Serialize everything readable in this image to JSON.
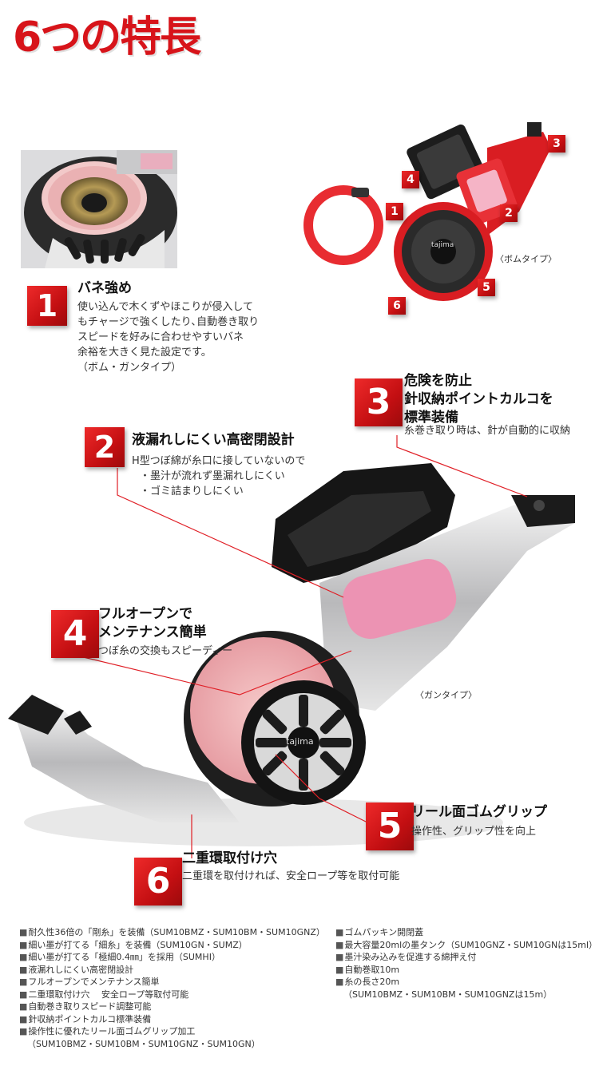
{
  "title": "6つの特長",
  "top_image": {
    "badges": [
      "1",
      "2",
      "3",
      "4",
      "5",
      "6"
    ],
    "caption": "〈ボムタイプ〉",
    "brand": "tajima"
  },
  "main_image": {
    "caption": "〈ガンタイプ〉",
    "brand": "tajima"
  },
  "features": [
    {
      "number": "1",
      "title": "バネ強め",
      "desc": [
        "使い込んで木くずやほこりが侵入して",
        "もチャージで強くしたり､自動巻き取り",
        "スピードを好みに合わせやすいバネ",
        "余裕を大きく見た設定です。",
        "（ボム・ガンタイプ）"
      ]
    },
    {
      "number": "2",
      "title": "液漏れしにくい高密閉設計",
      "desc": [
        "H型つぼ綿が糸口に接していないので",
        "・墨汁が流れず墨漏れしにくい",
        "・ゴミ詰まりしにくい"
      ]
    },
    {
      "number": "3",
      "title_lines": [
        "危険を防止",
        "針収納ポイントカルコを",
        "標準装備"
      ],
      "desc": [
        "糸巻き取り時は、針が自動的に収納"
      ]
    },
    {
      "number": "4",
      "title_lines": [
        "フルオープンで",
        "メンテナンス簡単"
      ],
      "desc": [
        "つぼ糸の交換もスピーディー"
      ]
    },
    {
      "number": "5",
      "title": "リール面ゴムグリップ",
      "desc": [
        "操作性、グリップ性を向上"
      ]
    },
    {
      "number": "6",
      "title": "二重環取付け穴",
      "desc": [
        "二重環を取付ければ、安全ロープ等を取付可能"
      ]
    }
  ],
  "specs_left": [
    "耐久性36倍の「剛糸」を装備（SUM10BMZ・SUM10BM・SUM10GNZ）",
    "細い墨が打てる「細糸」を装備（SUM10GN・SUMZ）",
    "細い墨が打てる「極細0.4㎜」を採用（SUMHI）",
    "液漏れしにくい高密閉設計",
    "フルオープンでメンテナンス簡単",
    "二重環取付け穴　 安全ロープ等取付可能",
    "自動巻き取りスピード調整可能",
    "針収納ポイントカルコ標準装備",
    "操作性に優れたリール面ゴムグリップ加工"
  ],
  "specs_left_note": "（SUM10BMZ・SUM10BM・SUM10GNZ・SUM10GN）",
  "specs_right": [
    "ゴムパッキン開閉蓋",
    "最大容量20mlの墨タンク（SUM10GNZ・SUM10GNは15ml）",
    "墨汁染み込みを促進する綿押え付",
    "自動巻取10m",
    "糸の長さ20m"
  ],
  "specs_right_note": "（SUM10BMZ・SUM10BM・SUM10GNZは15m）",
  "colors": {
    "accent": "#d7141a",
    "badge_dark": "#9c0a0c"
  }
}
